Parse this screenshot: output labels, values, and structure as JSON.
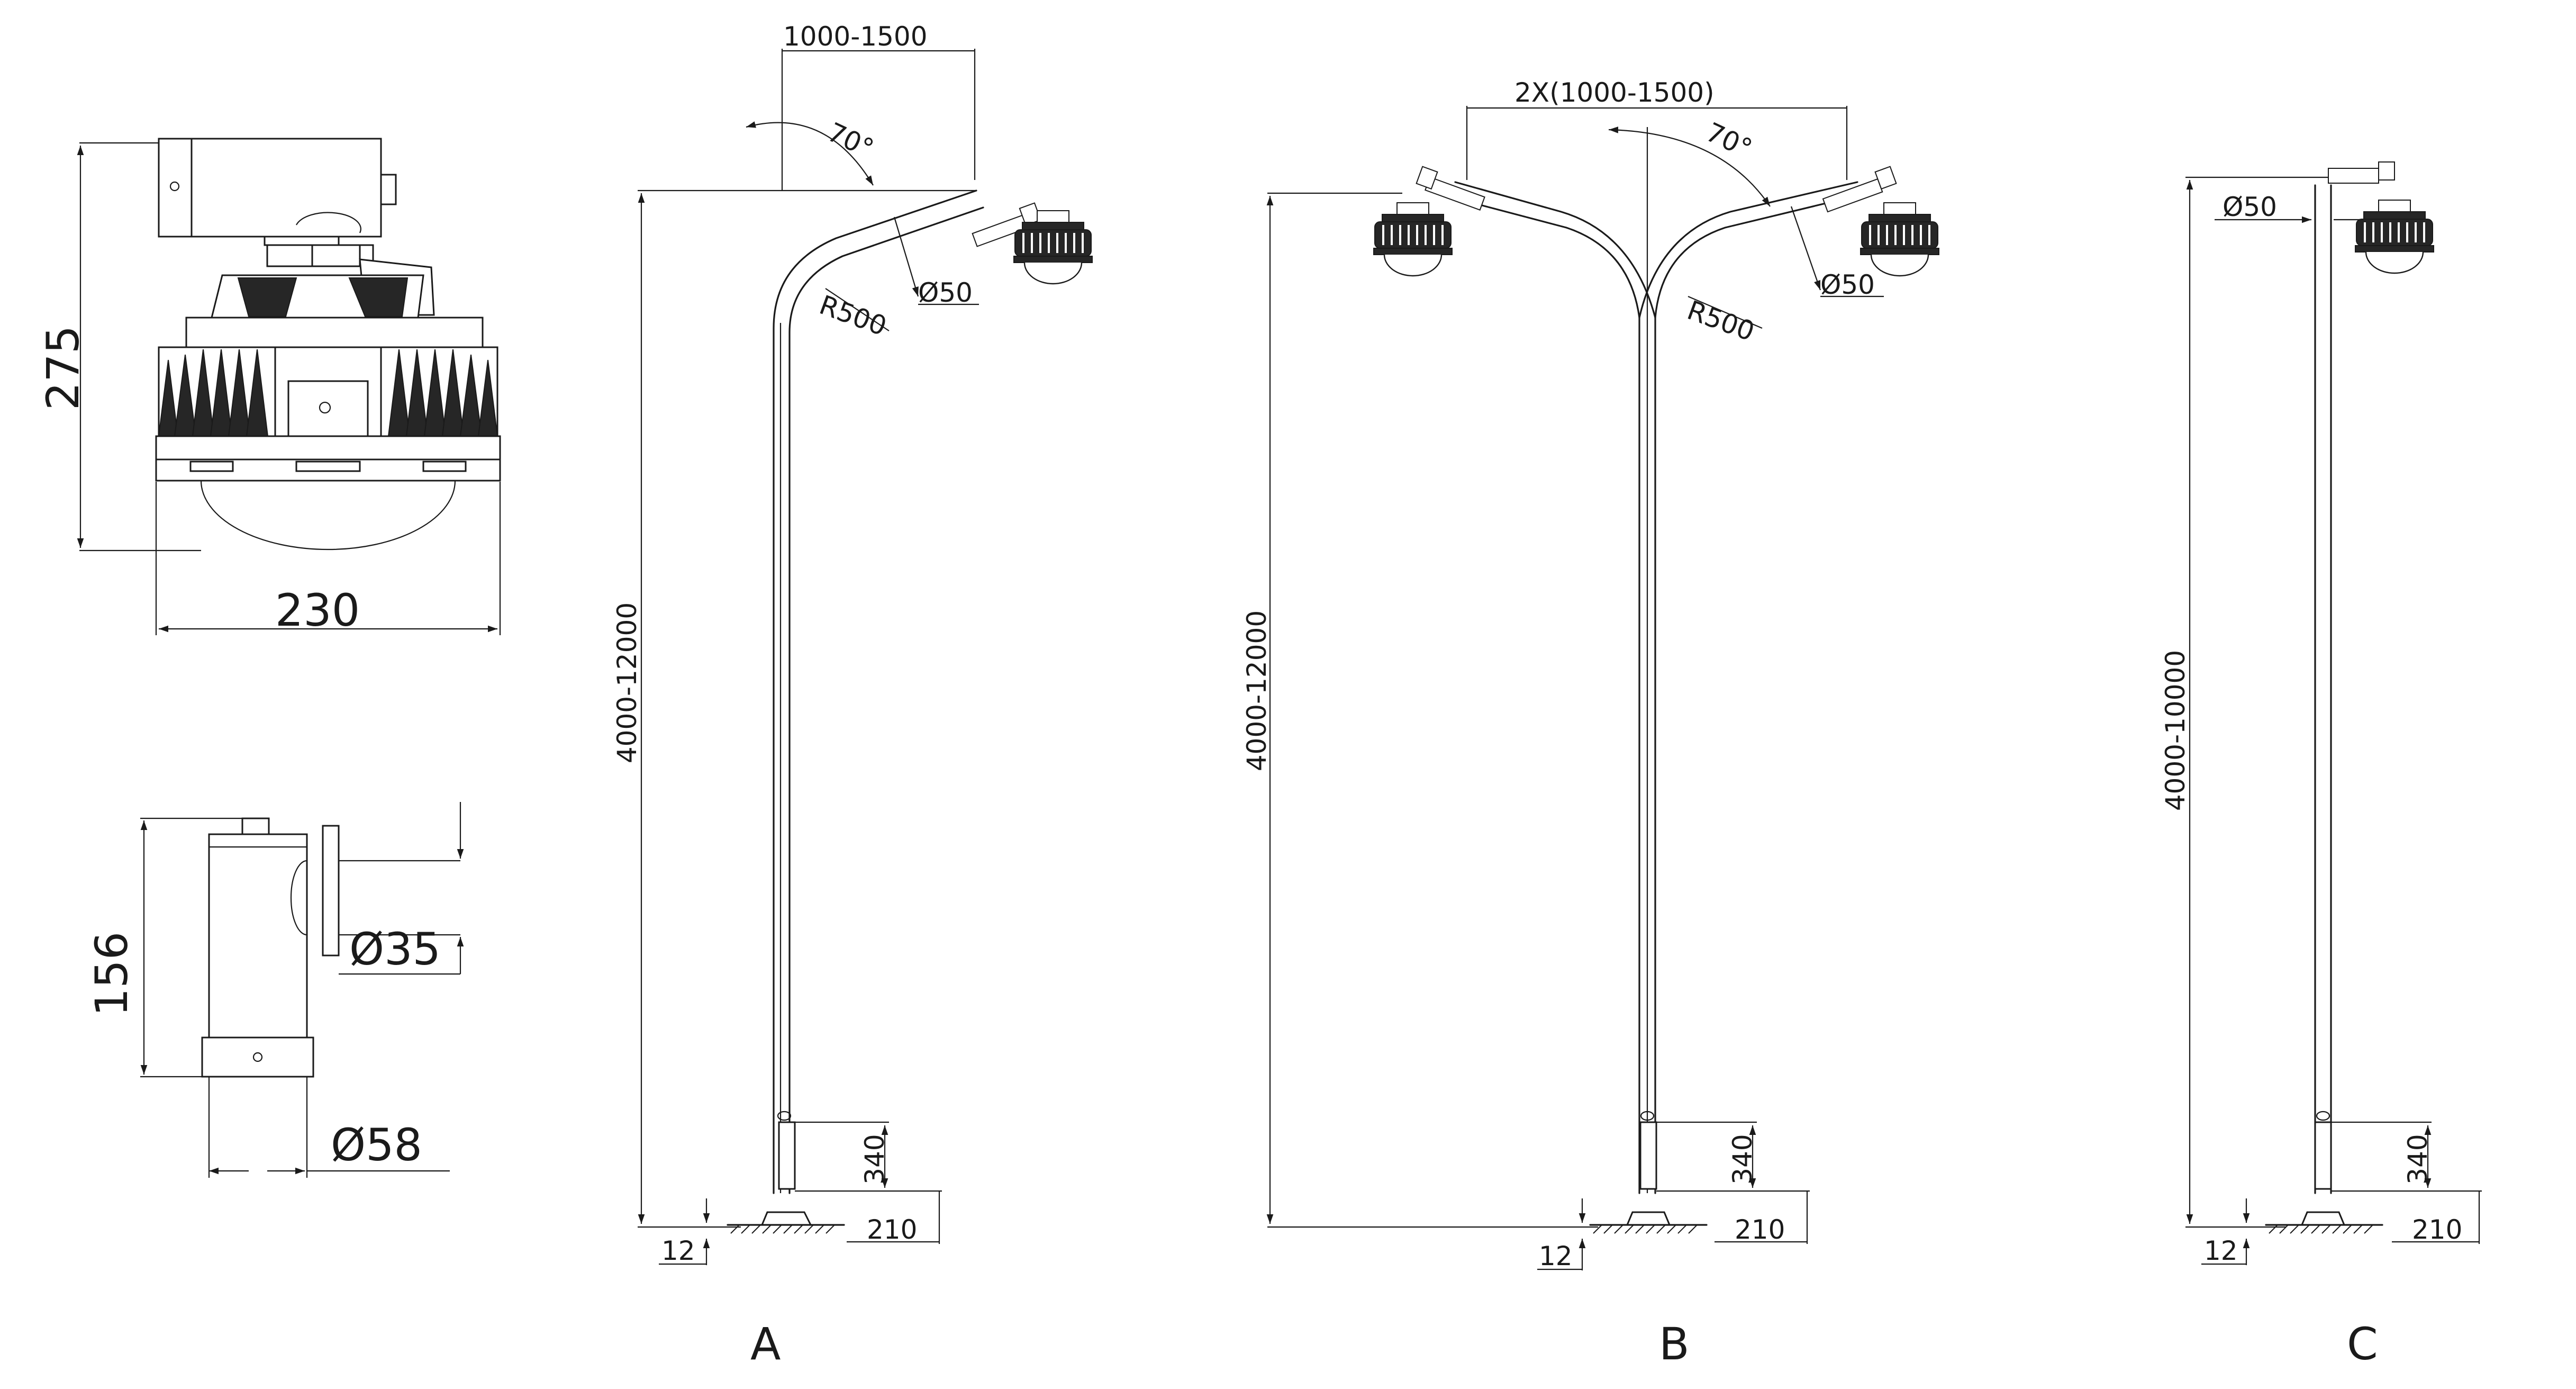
{
  "fixture_front": {
    "height_label": "275",
    "width_label": "230"
  },
  "bracket_detail": {
    "height_label": "156",
    "pipe_dia_label": "Ø35",
    "tube_dia_label": "Ø58"
  },
  "pole_a": {
    "caption": "A",
    "arm_span_label": "1000-1500",
    "angle_label": "70°",
    "arm_dia_label": "Ø50",
    "bend_radius_label": "R500",
    "height_label": "4000-12000",
    "base_label": "340",
    "foot_label": "210",
    "plate_label": "12"
  },
  "pole_b": {
    "caption": "B",
    "arm_span_label": "2X(1000-1500)",
    "angle_label": "70°",
    "arm_dia_label": "Ø50",
    "bend_radius_label": "R500",
    "height_label": "4000-12000",
    "base_label": "340",
    "foot_label": "210",
    "plate_label": "12"
  },
  "pole_c": {
    "caption": "C",
    "arm_dia_label": "Ø50",
    "height_label": "4000-10000",
    "base_label": "340",
    "foot_label": "210",
    "plate_label": "12"
  }
}
